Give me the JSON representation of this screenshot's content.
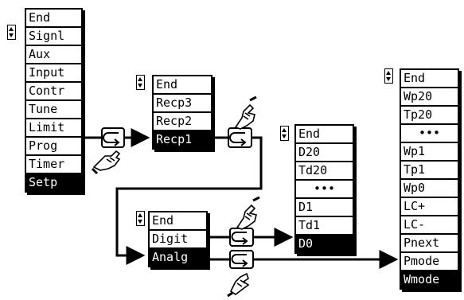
{
  "main_menu": {
    "items": [
      "End",
      "Signl",
      "Aux",
      "Input",
      "Contr",
      "Tune",
      "Limit",
      "Prog",
      "Timer",
      "Setp"
    ],
    "selected": "Setp"
  },
  "recipe_menu": {
    "items": [
      "End",
      "Recp3",
      "Recp2",
      "Recp1"
    ],
    "selected": "Recp1"
  },
  "data_menu": {
    "items": [
      "End",
      "D20",
      "Td20",
      "•••",
      "D1",
      "Td1",
      "D0"
    ],
    "selected": "D0"
  },
  "param_menu": {
    "items": [
      "End",
      "Wp20",
      "Tp20",
      "•••",
      "Wp1",
      "Tp1",
      "Wp0",
      "LC+",
      "LC-",
      "Pnext",
      "Pmode",
      "Wmode"
    ],
    "selected": "Wmode"
  },
  "type_menu": {
    "items": [
      "End",
      "Digit",
      "Analg"
    ],
    "selected": "Analg"
  },
  "icons": [
    "enter-key-icon",
    "pointing-hand-icon",
    "scroll-arrows-icon",
    "arrow-head-icon"
  ]
}
